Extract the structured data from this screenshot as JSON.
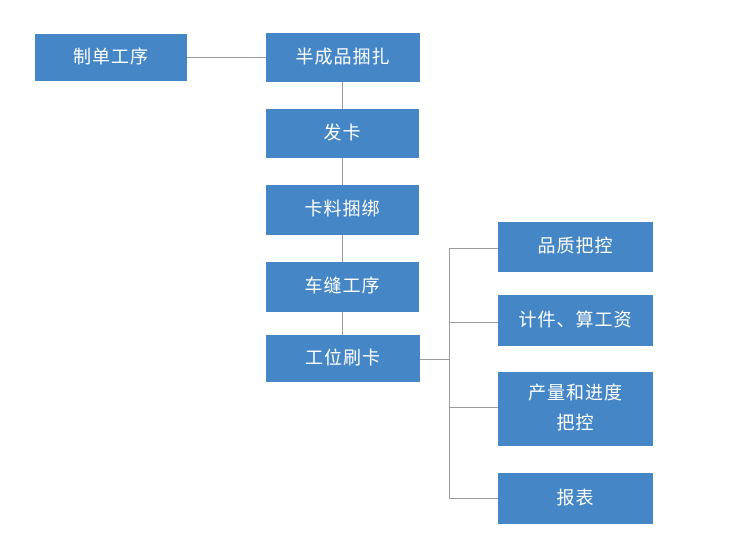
{
  "diagram": {
    "title": "garment-production-workflow",
    "colors": {
      "node_fill": "#4486C6",
      "node_text": "#FFFFFF",
      "connector": "#9B9B9B",
      "background": "#FFFFFF"
    },
    "nodes": [
      {
        "id": "order-process",
        "label": "制单工序"
      },
      {
        "id": "semi-finished-bundling",
        "label": "半成品捆扎"
      },
      {
        "id": "card-issuing",
        "label": "发卡"
      },
      {
        "id": "card-material-binding",
        "label": "卡料捆绑"
      },
      {
        "id": "sewing-process",
        "label": "车缝工序"
      },
      {
        "id": "station-card-swipe",
        "label": "工位刷卡"
      },
      {
        "id": "quality-control",
        "label": "品质把控"
      },
      {
        "id": "piece-count-wages",
        "label": "计件、算工资"
      },
      {
        "id": "output-progress-control",
        "label": "产量和进度\n把控"
      },
      {
        "id": "reports",
        "label": "报表"
      }
    ],
    "edges": [
      {
        "from": "order-process",
        "to": "semi-finished-bundling"
      },
      {
        "from": "semi-finished-bundling",
        "to": "card-issuing"
      },
      {
        "from": "card-issuing",
        "to": "card-material-binding"
      },
      {
        "from": "card-material-binding",
        "to": "sewing-process"
      },
      {
        "from": "sewing-process",
        "to": "station-card-swipe"
      },
      {
        "from": "station-card-swipe",
        "to": "quality-control"
      },
      {
        "from": "station-card-swipe",
        "to": "piece-count-wages"
      },
      {
        "from": "station-card-swipe",
        "to": "output-progress-control"
      },
      {
        "from": "station-card-swipe",
        "to": "reports"
      }
    ]
  }
}
